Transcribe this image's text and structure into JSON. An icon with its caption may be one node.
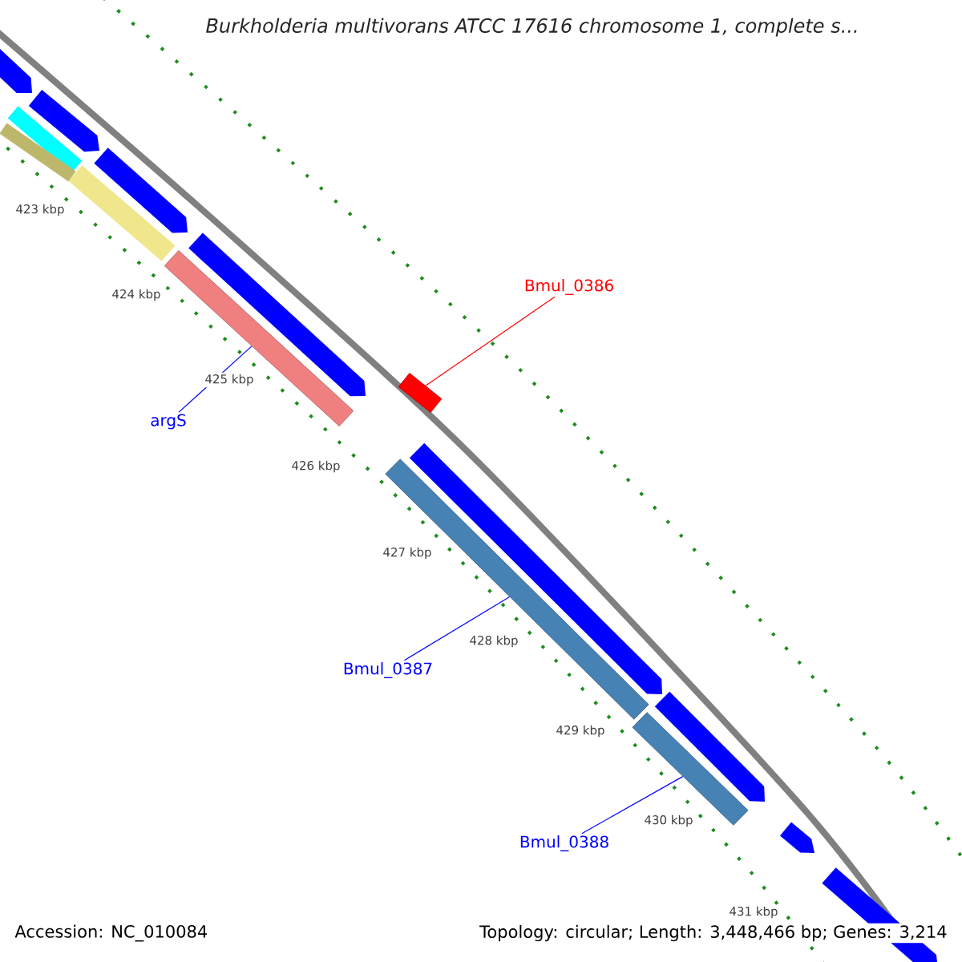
{
  "diagram": {
    "title": "Burkholderia multivorans ATCC 17616 chromosome 1, complete s...",
    "nodes": [
      {
        "text": [
          "Bmul_0386"
        ]
      },
      {
        "text": [],
        "shape": "bar"
      },
      {
        "text": [
          "argS"
        ]
      },
      {
        "text": [],
        "shape": "bar"
      },
      {
        "text": [
          "Bmul_0387"
        ]
      },
      {
        "text": [],
        "shape": "bar"
      },
      {
        "text": [
          "Bmul_0388"
        ]
      },
      {
        "text": [],
        "shape": "bar"
      }
    ],
    "edges": [
      {
        "from": 0,
        "to": 1,
        "arrow": "none",
        "color": "#ff0000"
      },
      {
        "from": 2,
        "to": 3,
        "arrow": "none"
      },
      {
        "from": 4,
        "to": 5,
        "arrow": "none"
      },
      {
        "from": 6,
        "to": 7,
        "arrow": "none"
      }
    ],
    "labels": [
      "423 kbp",
      "424 kbp",
      "425 kbp",
      "426 kbp",
      "427 kbp",
      "428 kbp",
      "429 kbp",
      "430 kbp",
      "431 kbp",
      "Accession: NC_010084",
      "Topology: circular; Length: 3,448,466 bp; Genes: 3,214"
    ]
  }
}
